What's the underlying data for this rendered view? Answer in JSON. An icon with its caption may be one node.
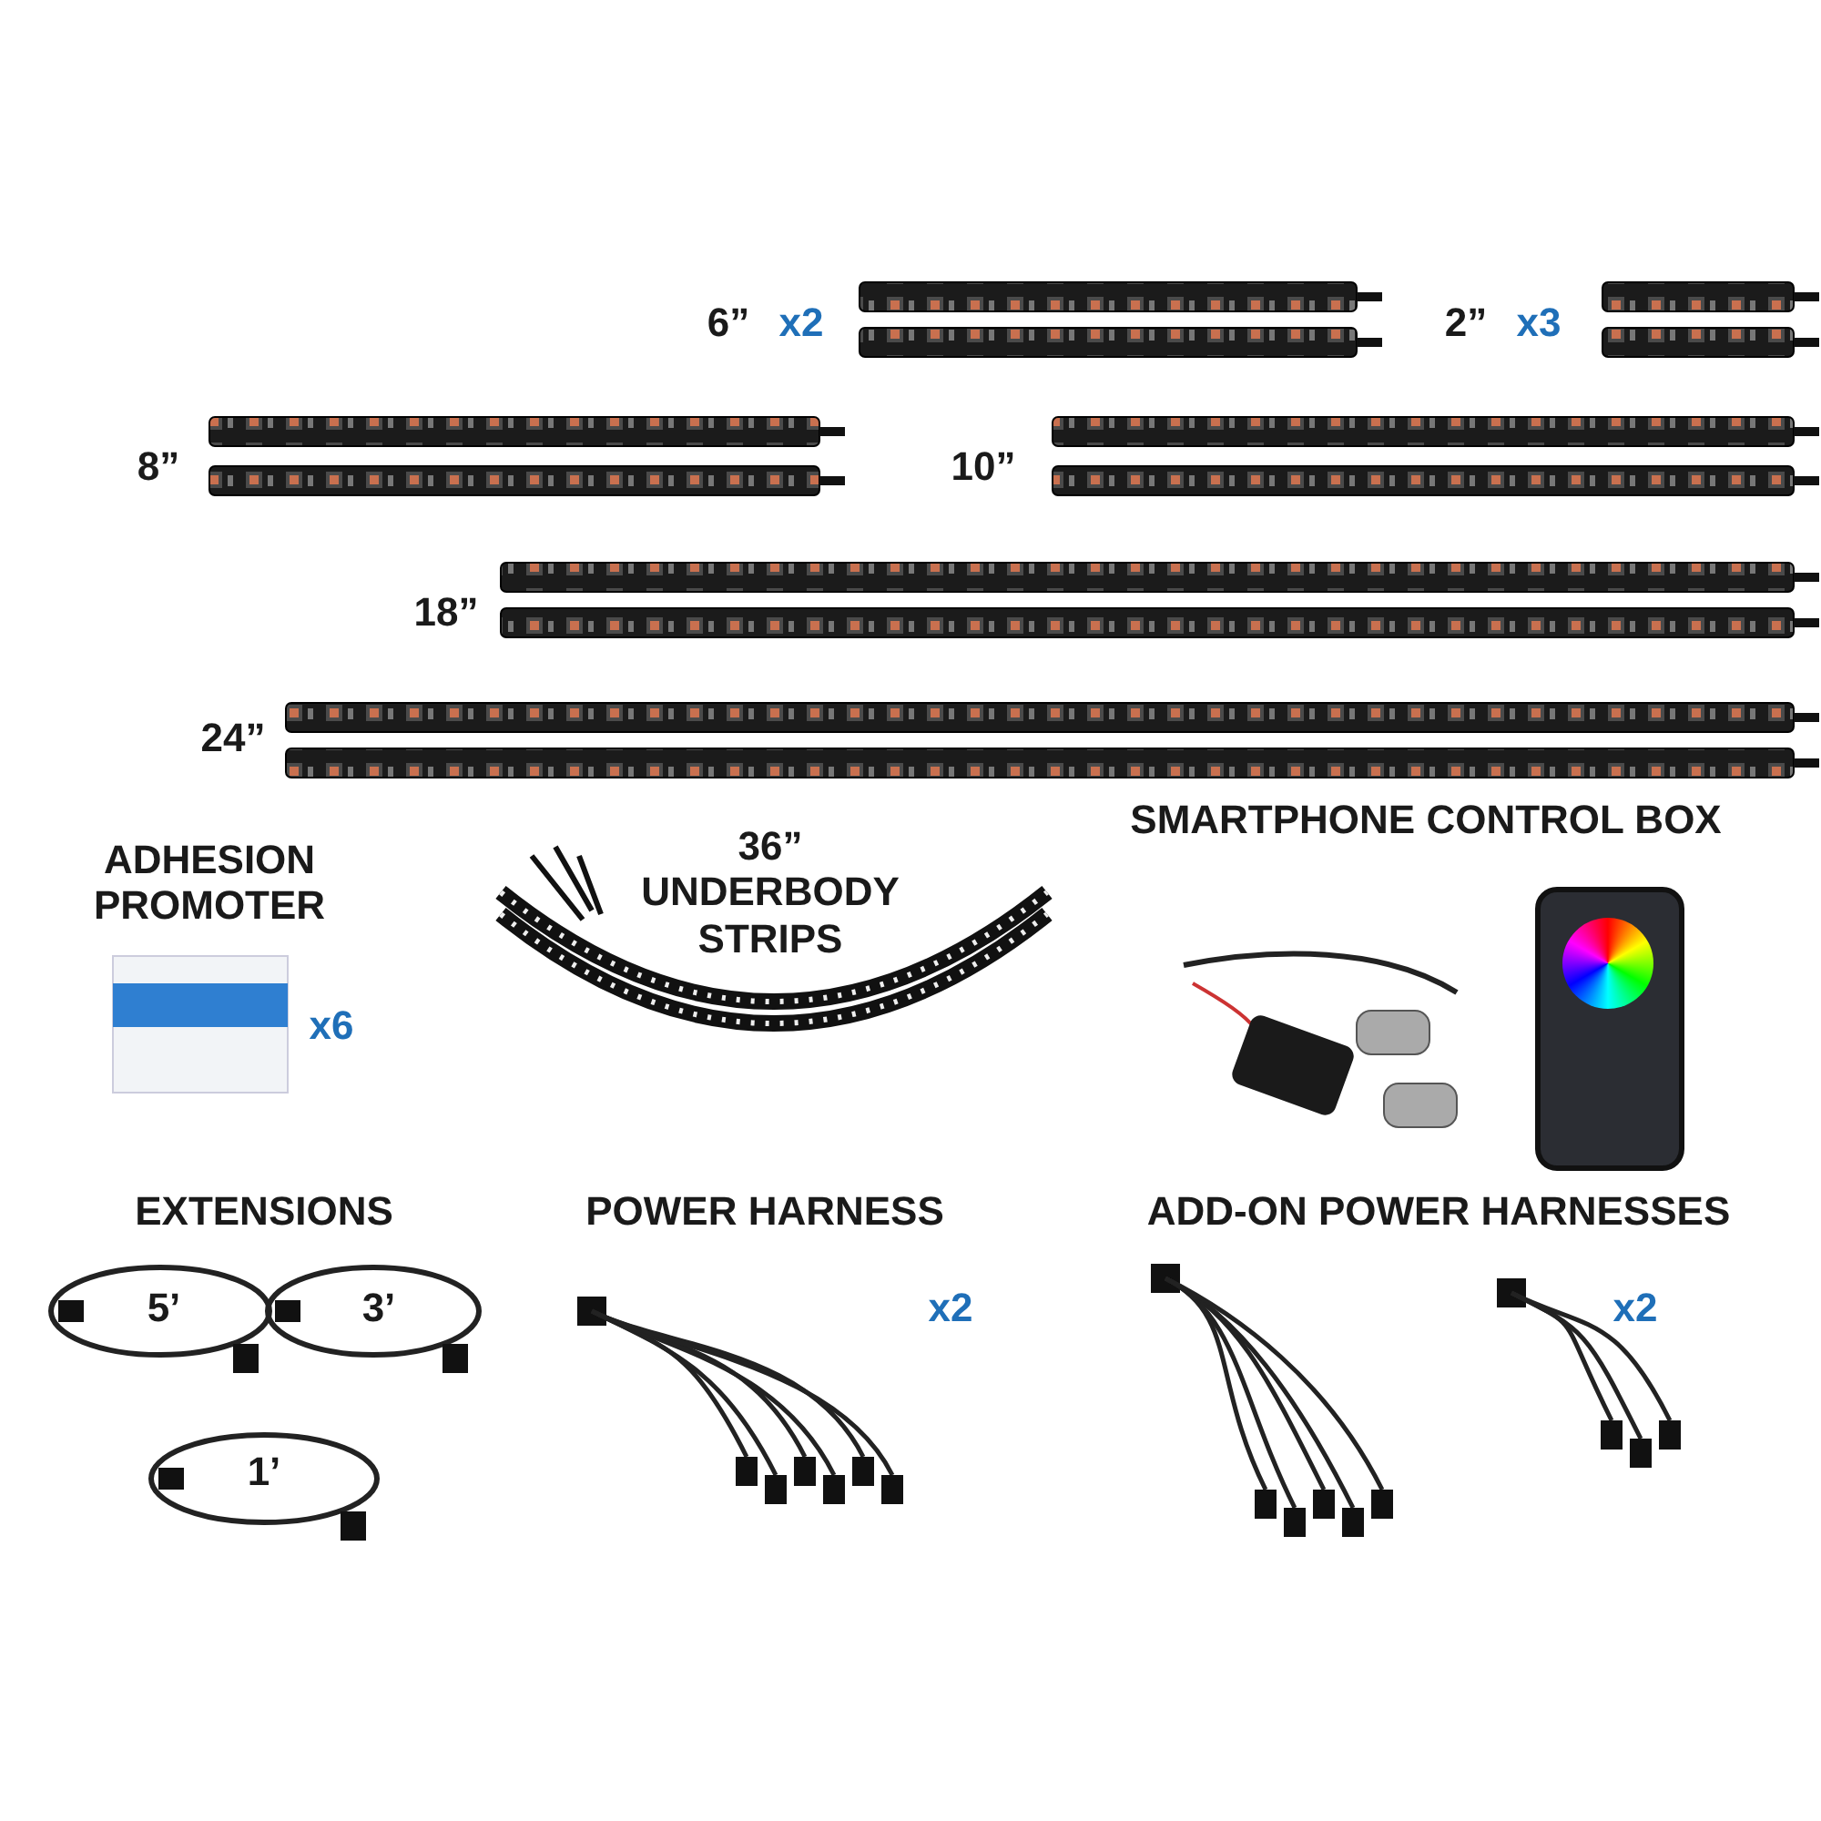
{
  "diagram": {
    "labels": [
      "6”",
      "x2",
      "2”",
      "x3",
      "8”",
      "10”",
      "18”",
      "24”",
      "ADHESION PROMOTER",
      "36” UNDERBODY STRIPS",
      "SMARTPHONE CONTROL BOX",
      "x6",
      "EXTENSIONS",
      "POWER HARNESS",
      "ADD-ON POWER HARNESSES",
      "5’",
      "3’",
      "1’",
      "x2",
      "x2"
    ]
  }
}
